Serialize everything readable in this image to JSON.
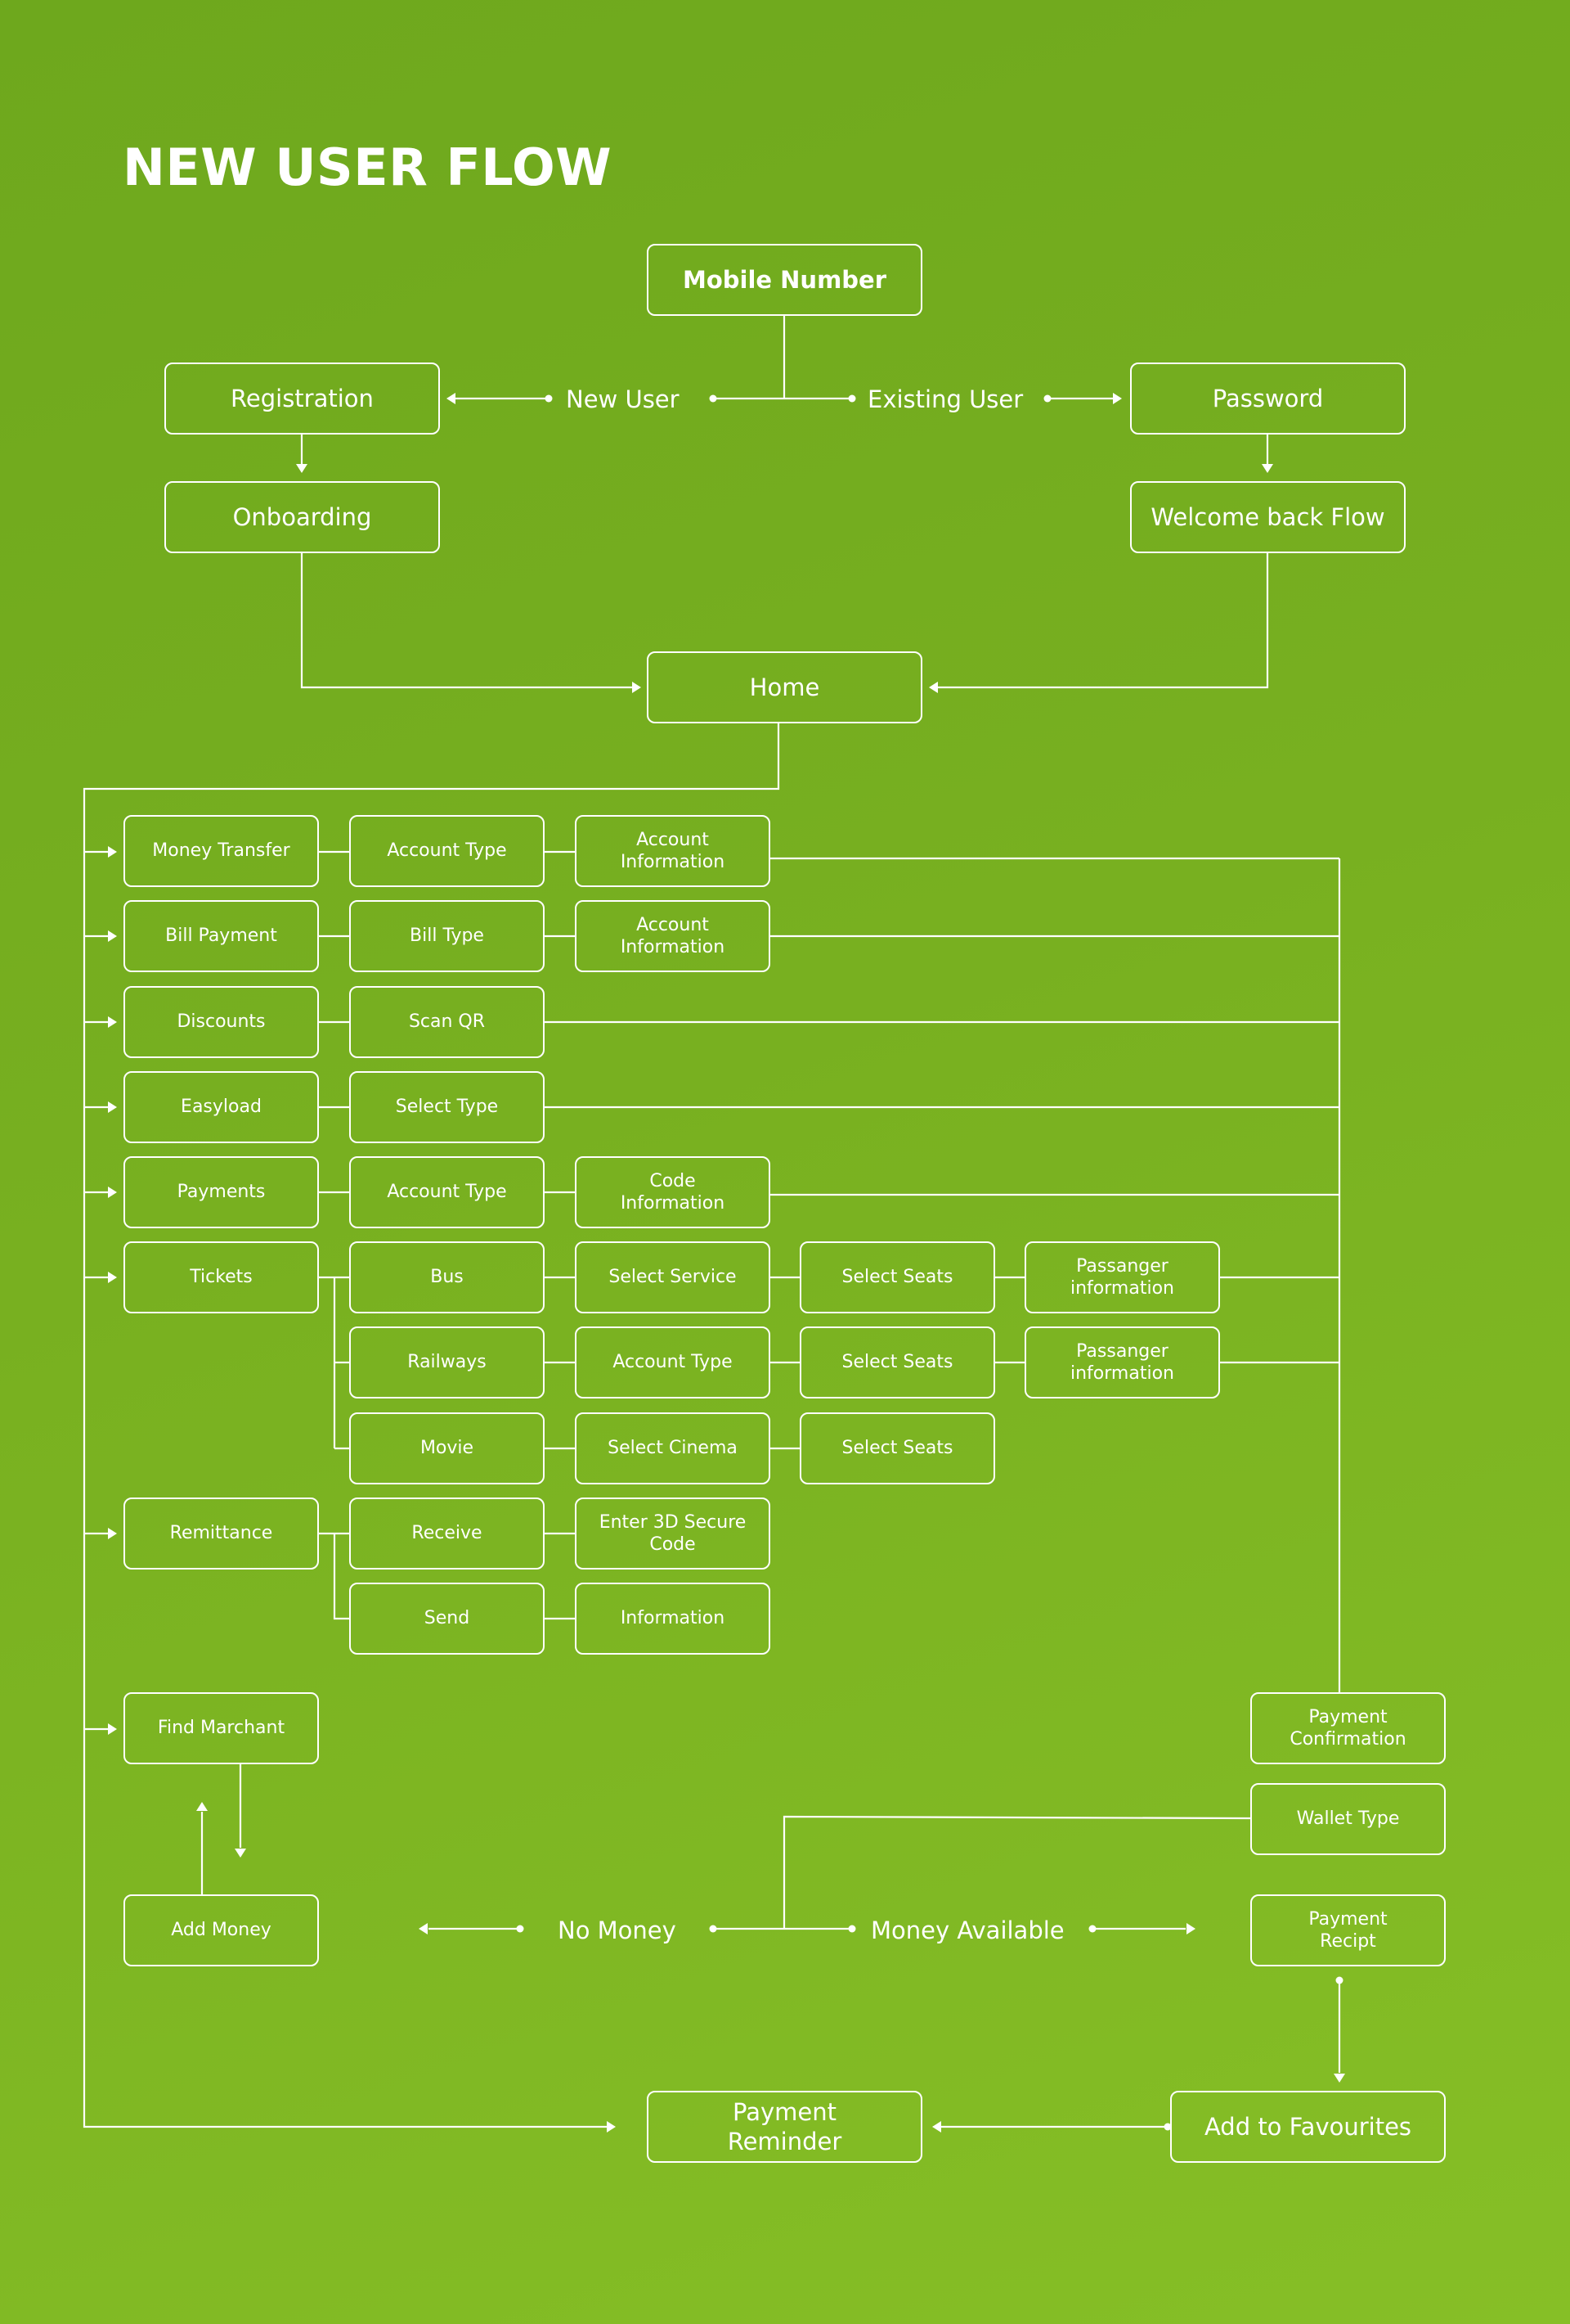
{
  "title": "NEW USER FLOW",
  "colors": {
    "background": "#78b020",
    "line": "#ffffff"
  },
  "nodes": {
    "mobile_number": "Mobile Number",
    "registration": "Registration",
    "password": "Password",
    "onboarding": "Onboarding",
    "welcome_back_flow": "Welcome back Flow",
    "home": "Home",
    "money_transfer": "Money Transfer",
    "account_type_1": "Account Type",
    "account_information_1": "Account\nInformation",
    "bill_payment": "Bill Payment",
    "bill_type": "Bill Type",
    "account_information_2": "Account\nInformation",
    "discounts": "Discounts",
    "scan_qr": "Scan QR",
    "easyload": "Easyload",
    "select_type": "Select Type",
    "payments": "Payments",
    "account_type_2": "Account Type",
    "code_information": "Code\nInformation",
    "tickets": "Tickets",
    "bus": "Bus",
    "select_service": "Select Service",
    "select_seats_1": "Select Seats",
    "passanger_information_1": "Passanger\ninformation",
    "railways": "Railways",
    "account_type_3": "Account Type",
    "select_seats_2": "Select Seats",
    "passanger_information_2": "Passanger\ninformation",
    "movie": "Movie",
    "select_cinema": "Select Cinema",
    "select_seats_3": "Select Seats",
    "remittance": "Remittance",
    "receive": "Receive",
    "enter_3d_secure_code": "Enter 3D Secure\nCode",
    "send": "Send",
    "information": "Information",
    "find_marchant": "Find Marchant",
    "add_money": "Add Money",
    "payment_confirmation": "Payment\nConfirmation",
    "wallet_type": "Wallet Type",
    "payment_recipt": "Payment\nRecipt",
    "payment_reminder": "Payment\nReminder",
    "add_to_favourites": "Add to Favourites"
  },
  "labels": {
    "new_user": "New User",
    "existing_user": "Existing User",
    "no_money": "No Money",
    "money_available": "Money Available"
  }
}
